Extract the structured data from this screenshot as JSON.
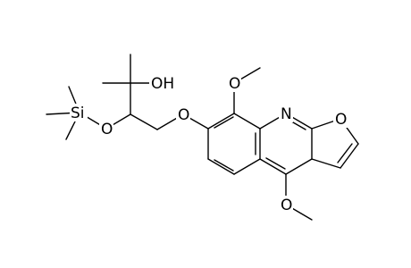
{
  "molecule": {
    "atom_labels": {
      "hydroxyl": "OH",
      "silyl_ether_oxygen": "O",
      "silicon": "Si",
      "ether_oxygen_7": "O",
      "methoxy_oxygen_8": "O",
      "quinoline_nitrogen": "N",
      "furan_oxygen": "O",
      "methoxy_oxygen_4": "O"
    }
  }
}
